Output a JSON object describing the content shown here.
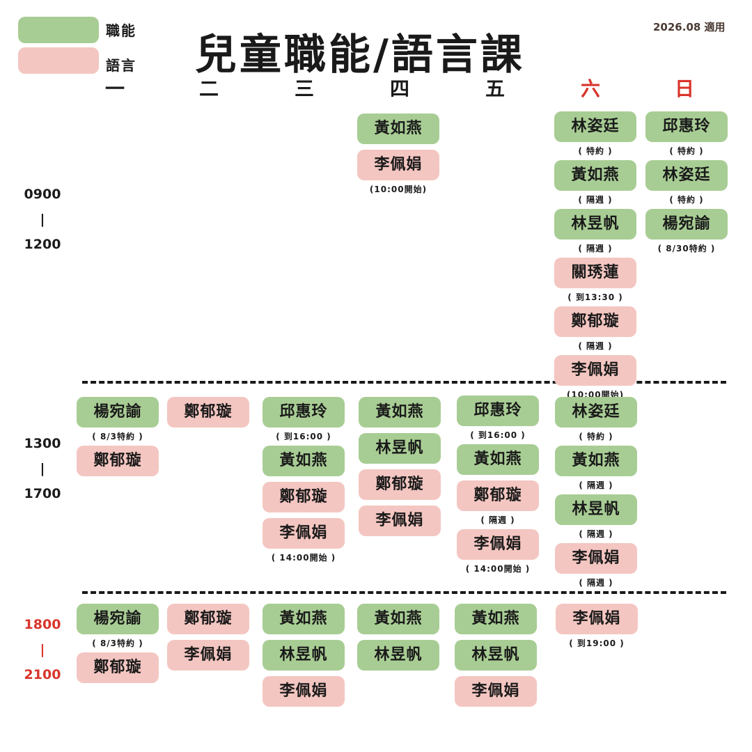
{
  "legend": {
    "occupational": "職能",
    "speech": "語言"
  },
  "title": "兒童職能/語言課",
  "note": "2026.08 適用",
  "days": [
    "一",
    "二",
    "三",
    "四",
    "五",
    "六",
    "日"
  ],
  "time_blocks": [
    {
      "start": "0900",
      "sep": "|",
      "end": "1200"
    },
    {
      "start": "1300",
      "sep": "|",
      "end": "1700"
    },
    {
      "start": "1800",
      "sep": "|",
      "end": "2100"
    }
  ],
  "schedule": {
    "morning": {
      "thu": [
        {
          "name": "黃如燕",
          "type": "occupational"
        },
        {
          "name": "李佩娟",
          "type": "speech",
          "note": "(10:00開始)"
        }
      ],
      "sat": [
        {
          "name": "林姿廷",
          "type": "occupational",
          "note": "( 特約 )"
        },
        {
          "name": "黃如燕",
          "type": "occupational",
          "note": "( 隔週 )"
        },
        {
          "name": "林昱帆",
          "type": "occupational",
          "note": "( 隔週 )"
        },
        {
          "name": "關琇蓮",
          "type": "speech",
          "note": "( 到13:30 )"
        },
        {
          "name": "鄭郁璇",
          "type": "speech",
          "note": "( 隔週 )"
        },
        {
          "name": "李佩娟",
          "type": "speech",
          "note": "(10:00開始)"
        }
      ],
      "sun": [
        {
          "name": "邱惠玲",
          "type": "occupational",
          "note": "( 特約 )"
        },
        {
          "name": "林姿廷",
          "type": "occupational",
          "note": "( 特約 )"
        },
        {
          "name": "楊宛諭",
          "type": "occupational",
          "note": "( 8/30特約 )"
        }
      ]
    },
    "afternoon": {
      "mon": [
        {
          "name": "楊宛諭",
          "type": "occupational",
          "note": "( 8/3特約 )"
        },
        {
          "name": "鄭郁璇",
          "type": "speech"
        }
      ],
      "tue": [
        {
          "name": "鄭郁璇",
          "type": "speech"
        }
      ],
      "wed": [
        {
          "name": "邱惠玲",
          "type": "occupational",
          "note": "( 到16:00 )"
        },
        {
          "name": "黃如燕",
          "type": "occupational"
        },
        {
          "name": "鄭郁璇",
          "type": "speech"
        },
        {
          "name": "李佩娟",
          "type": "speech",
          "note": "( 14:00開始 )"
        }
      ],
      "thu": [
        {
          "name": "黃如燕",
          "type": "occupational"
        },
        {
          "name": "林昱帆",
          "type": "occupational"
        },
        {
          "name": "鄭郁璇",
          "type": "speech"
        },
        {
          "name": "李佩娟",
          "type": "speech"
        }
      ],
      "fri": [
        {
          "name": "邱惠玲",
          "type": "occupational",
          "note": "( 到16:00 )"
        },
        {
          "name": "黃如燕",
          "type": "occupational"
        },
        {
          "name": "鄭郁璇",
          "type": "speech",
          "note": "( 隔週 )"
        },
        {
          "name": "李佩娟",
          "type": "speech",
          "note": "( 14:00開始 )"
        }
      ],
      "sat": [
        {
          "name": "林姿廷",
          "type": "occupational",
          "note": "( 特約 )"
        },
        {
          "name": "黃如燕",
          "type": "occupational",
          "note": "( 隔週 )"
        },
        {
          "name": "林昱帆",
          "type": "occupational",
          "note": "( 隔週 )"
        },
        {
          "name": "李佩娟",
          "type": "speech",
          "note": "( 隔週 )"
        }
      ]
    },
    "evening": {
      "mon": [
        {
          "name": "楊宛諭",
          "type": "occupational",
          "note": "( 8/3特約 )"
        },
        {
          "name": "鄭郁璇",
          "type": "speech"
        }
      ],
      "tue": [
        {
          "name": "鄭郁璇",
          "type": "speech"
        },
        {
          "name": "李佩娟",
          "type": "speech"
        }
      ],
      "wed": [
        {
          "name": "黃如燕",
          "type": "occupational"
        },
        {
          "name": "林昱帆",
          "type": "occupational"
        },
        {
          "name": "李佩娟",
          "type": "speech"
        }
      ],
      "thu": [
        {
          "name": "黃如燕",
          "type": "occupational"
        },
        {
          "name": "林昱帆",
          "type": "occupational"
        }
      ],
      "fri": [
        {
          "name": "黃如燕",
          "type": "occupational"
        },
        {
          "name": "林昱帆",
          "type": "occupational"
        },
        {
          "name": "李佩娟",
          "type": "speech"
        }
      ],
      "sat": [
        {
          "name": "李佩娟",
          "type": "speech",
          "note": "( 到19:00 )"
        }
      ]
    }
  },
  "colors": {
    "occupational": "#a8cd94",
    "speech": "#f4c6c1",
    "weekend": "#d9342b"
  }
}
